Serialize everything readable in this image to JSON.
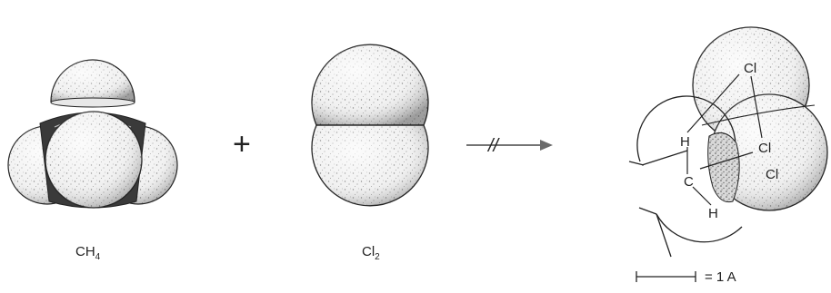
{
  "reactants": {
    "methane": {
      "formula_main": "CH",
      "formula_subscript": "4"
    },
    "plus_sign": "+",
    "chlorine": {
      "formula_main": "Cl",
      "formula_subscript": "2"
    }
  },
  "arrow": {
    "style": "blocked",
    "slash_marks": "//"
  },
  "transition_state": {
    "atom_labels": {
      "cl_top": "Cl",
      "cl_bottom": "Cl",
      "cl_right": "Cl",
      "h_top": "H",
      "carbon": "C",
      "h_bottom": "H"
    }
  },
  "scale_bar": {
    "label": "= 1 A"
  },
  "colors": {
    "outline": "#222222",
    "sphere_fill": "#ececec",
    "sphere_dark": "#3a3a3a",
    "arrow_head": "#6b6b6b"
  }
}
